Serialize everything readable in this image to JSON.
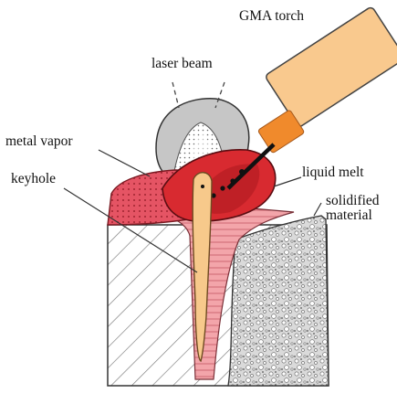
{
  "labels": {
    "gma_torch": "GMA torch",
    "laser_beam": "laser beam",
    "metal_vapor": "metal vapor",
    "keyhole": "keyhole",
    "liquid_melt": "liquid melt",
    "solidified_line1": "solidified",
    "solidified_line2": "material"
  },
  "colors": {
    "torch_body": "#f9c98e",
    "torch_tip": "#f08a2c",
    "laser_head": "#c8c8c8",
    "metal_vapor": "#e4505e",
    "liquid_melt": "#d9262c",
    "keyhole": "#f7c98b",
    "weld_seam": "#f0a0a4",
    "substrate_hatch": "#888888",
    "porous_fill": "#d9d9d9"
  },
  "icons": [
    "gma-torch-icon",
    "laser-beam-icon"
  ]
}
